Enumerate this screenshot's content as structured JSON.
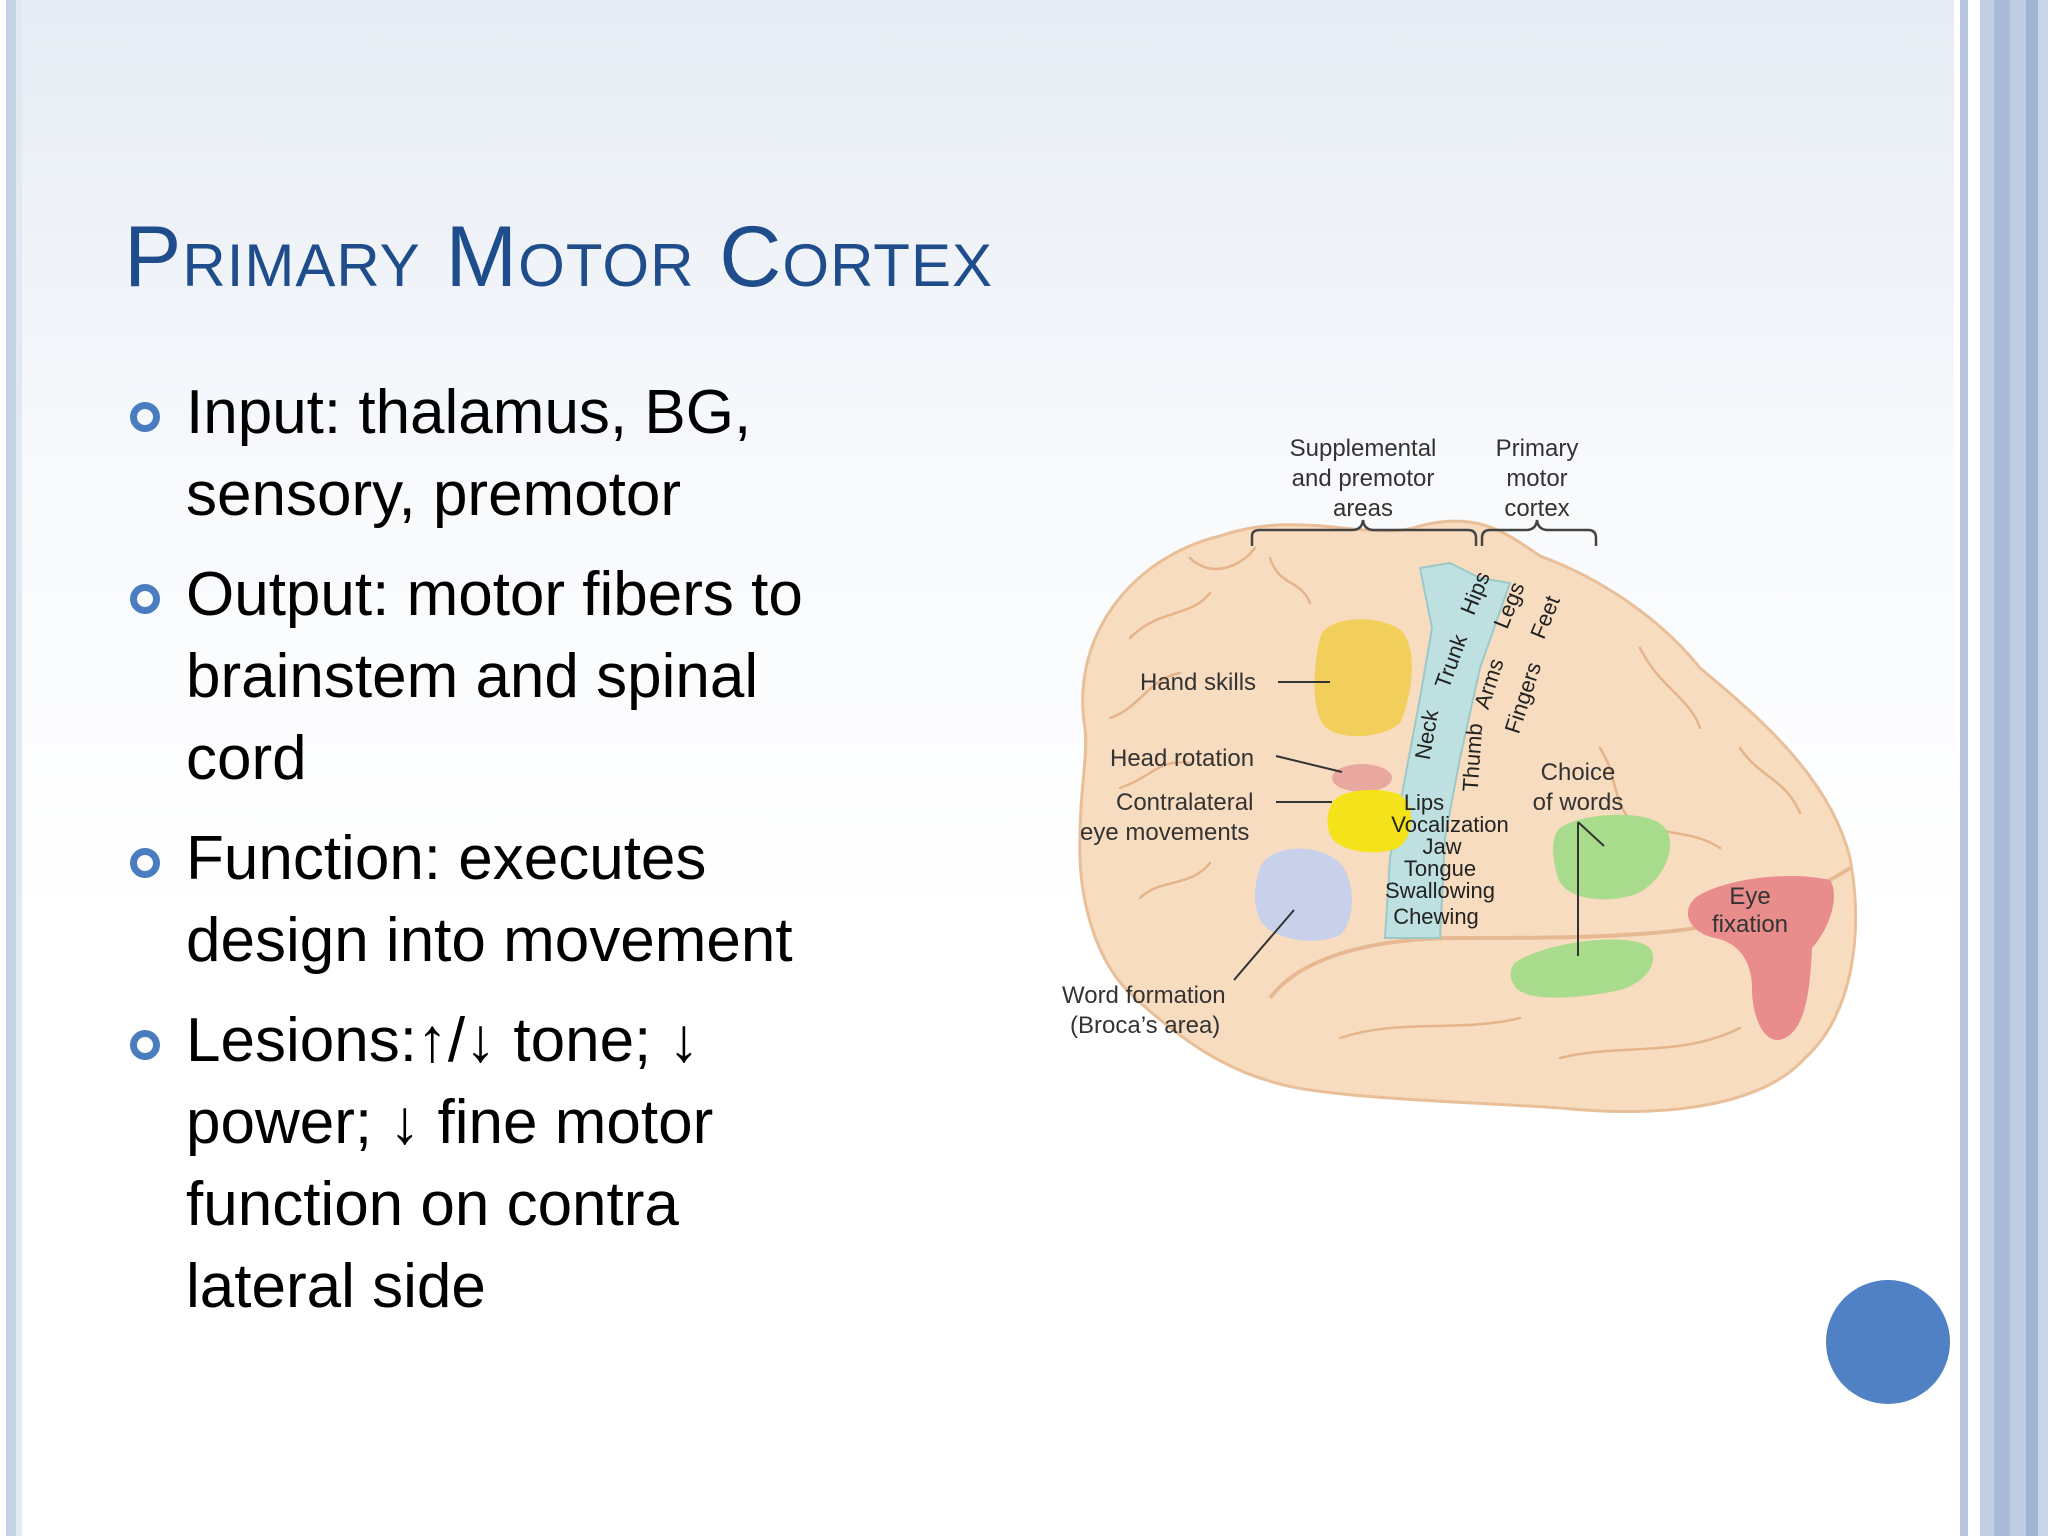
{
  "slide": {
    "title": "Primary Motor Cortex",
    "bullets": [
      [
        "Input: thalamus, BG,",
        "sensory, premotor"
      ],
      [
        "Output: motor fibers to",
        "brainstem and spinal",
        "cord"
      ],
      [
        "Function: executes",
        "design into movement"
      ],
      [
        "Lesions:↑/↓ tone; ↓",
        "power; ↓ fine motor",
        "function on contra",
        "lateral side"
      ]
    ]
  },
  "diagram": {
    "top_labels": {
      "supplemental": [
        "Supplemental",
        "and premotor",
        "areas"
      ],
      "primary": [
        "Primary",
        "motor",
        "cortex"
      ]
    },
    "region_labels": {
      "hand_skills": "Hand skills",
      "head_rotation": "Head rotation",
      "contralateral": [
        "Contralateral",
        "eye movements"
      ],
      "word_formation": [
        "Word formation",
        "(Broca’s area)"
      ],
      "choice_of_words": [
        "Choice",
        "of words"
      ],
      "eye_fixation": [
        "Eye",
        "fixation"
      ]
    },
    "strip_upper_labels": {
      "hips": "Hips",
      "legs": "Legs",
      "feet": "Feet",
      "trunk": "Trunk",
      "arms": "Arms",
      "fingers": "Fingers",
      "neck": "Neck",
      "thumb": "Thumb"
    },
    "strip_lower_labels": [
      "Lips",
      "Vocalization",
      "Jaw",
      "Tongue",
      "Swallowing",
      "Chewing"
    ],
    "colors": {
      "brain": "#f8dcc0",
      "brain_outline": "#e8bf98",
      "motor_strip": "#bfe0e0",
      "hand_skills": "#f2cf5a",
      "head_rotation": "#e8a8a0",
      "eye_movements": "#f4e21a",
      "broca": "#c8d0ea",
      "choice_of_words": "#a8dc8c",
      "eye_fixation": "#e88c8c",
      "title": "#1f4d8c",
      "accent": "#4f81c4"
    }
  }
}
